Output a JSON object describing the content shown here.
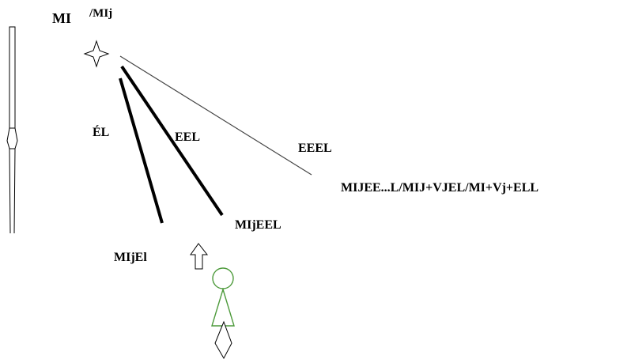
{
  "labels": {
    "mi": "MI",
    "mij": "/MIj",
    "el": "ÉL",
    "eel": "EEL",
    "eeel": "EEEL",
    "formula": "MIJEE...L/MIJ+VJEL/MI+Vj+ELL",
    "mijeel": "MIjEEL",
    "mijel": "MIjEl"
  },
  "colors": {
    "ink": "#000000",
    "figure": "#4d9a3b",
    "thin_line": "#444444"
  },
  "icons": [
    "four-point-star-icon",
    "arrow-up-icon",
    "diamond-icon",
    "person-icon",
    "vertical-pointer-icon"
  ]
}
